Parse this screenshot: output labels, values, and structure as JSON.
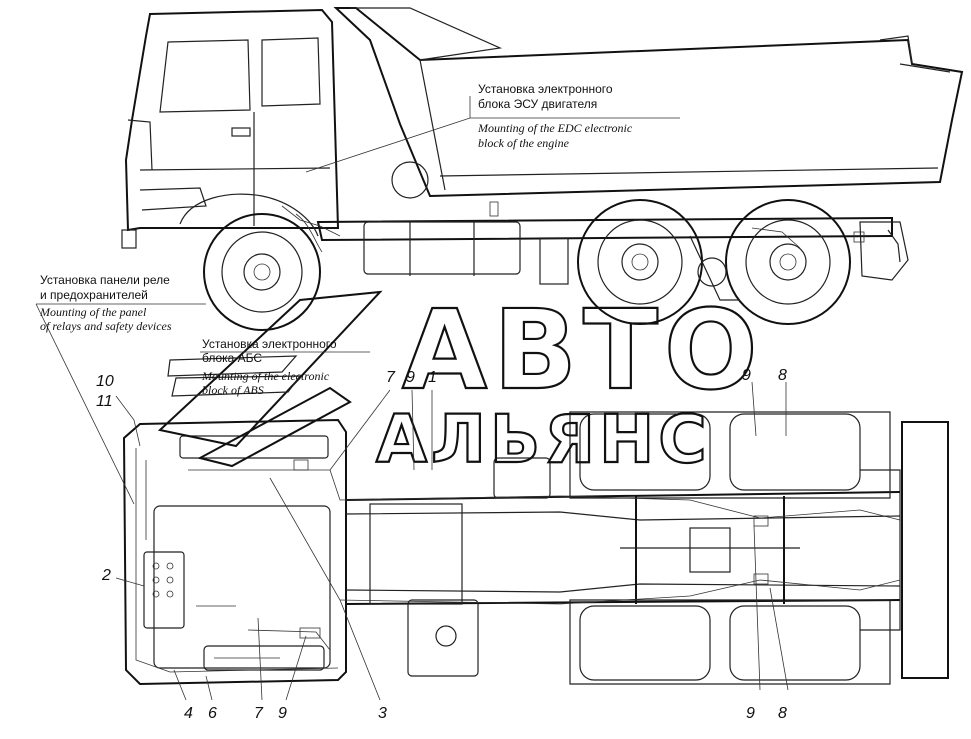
{
  "labels": {
    "ecu_ru_1": "Установка электронного",
    "ecu_ru_2": "блока ЭСУ двигателя",
    "ecu_en_1": "Mounting of the  EDC electronic",
    "ecu_en_2": "block of the engine",
    "relay_ru_1": "Установка панели реле",
    "relay_ru_2": "и предохранителей",
    "relay_en_1": "Mounting of the panel",
    "relay_en_2": "of relays and safety devices",
    "abs_ru_1": "Установка электронного",
    "abs_ru_2": "блока АБС",
    "abs_en_1": "Mounting of the electronic",
    "abs_en_2": "block of ABS"
  },
  "callouts": {
    "n10": "10",
    "n11": "11",
    "n2": "2",
    "n4": "4",
    "n6": "6",
    "n7_bottom": "7",
    "n9_bottom": "9",
    "n3": "3",
    "n9_right_bottom": "9",
    "n8_right_bottom": "8",
    "n7_top": "7",
    "n9_top": "9",
    "n1_top": "1",
    "n9_right_top": "9",
    "n8_right_top": "8"
  },
  "watermark": {
    "line1": "АВТО",
    "line2": "АЛЬЯНС"
  }
}
